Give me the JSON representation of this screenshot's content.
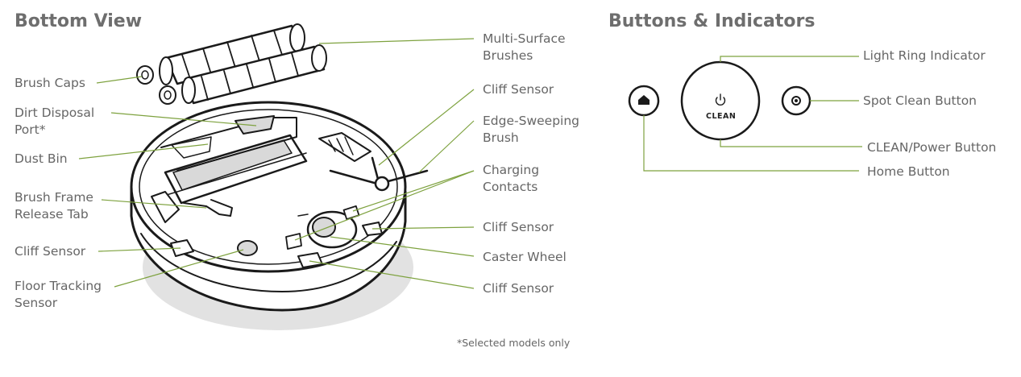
{
  "bottom_view": {
    "title": "Bottom View",
    "labels": {
      "brushes": "Multi-Surface\nBrushes",
      "brush_caps": "Brush Caps",
      "dirt_port": "Dirt Disposal\nPort*",
      "dust_bin": "Dust Bin",
      "brush_frame_tab": "Brush Frame\nRelease Tab",
      "cliff_sensor_left": "Cliff Sensor",
      "floor_tracking": "Floor Tracking\nSensor",
      "cliff_sensor_top": "Cliff Sensor",
      "edge_brush": "Edge-Sweeping\nBrush",
      "charging_contacts": "Charging\nContacts",
      "cliff_sensor_right": "Cliff Sensor",
      "caster_wheel": "Caster Wheel",
      "cliff_sensor_bottom": "Cliff Sensor"
    },
    "footnote": "*Selected models only"
  },
  "buttons_indicators": {
    "title": "Buttons & Indicators",
    "labels": {
      "light_ring": "Light Ring Indicator",
      "spot_clean": "Spot Clean Button",
      "clean_power": "CLEAN/Power Button",
      "home": "Home Button"
    },
    "clean_button_text": "CLEAN",
    "icons": [
      "home-icon",
      "power-icon",
      "spot-icon"
    ]
  },
  "colors": {
    "leader_line": "#7ea23f",
    "outline": "#1a1a1a",
    "shadow": "#e2e2e2",
    "label_text": "#666666"
  }
}
